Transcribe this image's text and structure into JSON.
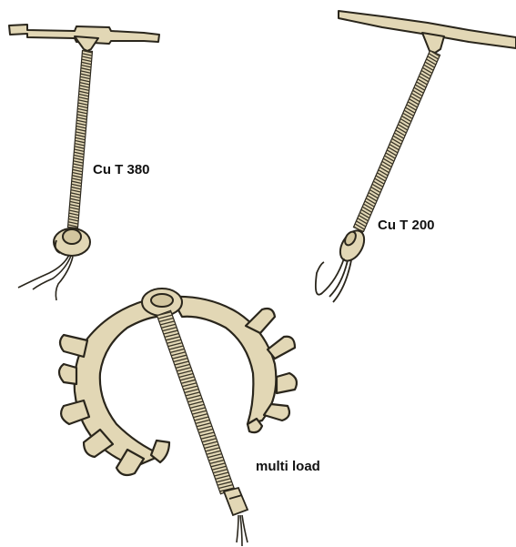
{
  "labels": {
    "cu_t_380": "Cu T 380",
    "cu_t_200": "Cu T 200",
    "multi_load": "multi load"
  },
  "colors": {
    "fill": "#e2d7b5",
    "outline": "#2a261c",
    "coil_dark": "#3b3628",
    "background": "#ffffff"
  },
  "icons": [
    "cu-t-380-iud-icon",
    "cu-t-200-iud-icon",
    "multiload-iud-icon"
  ]
}
